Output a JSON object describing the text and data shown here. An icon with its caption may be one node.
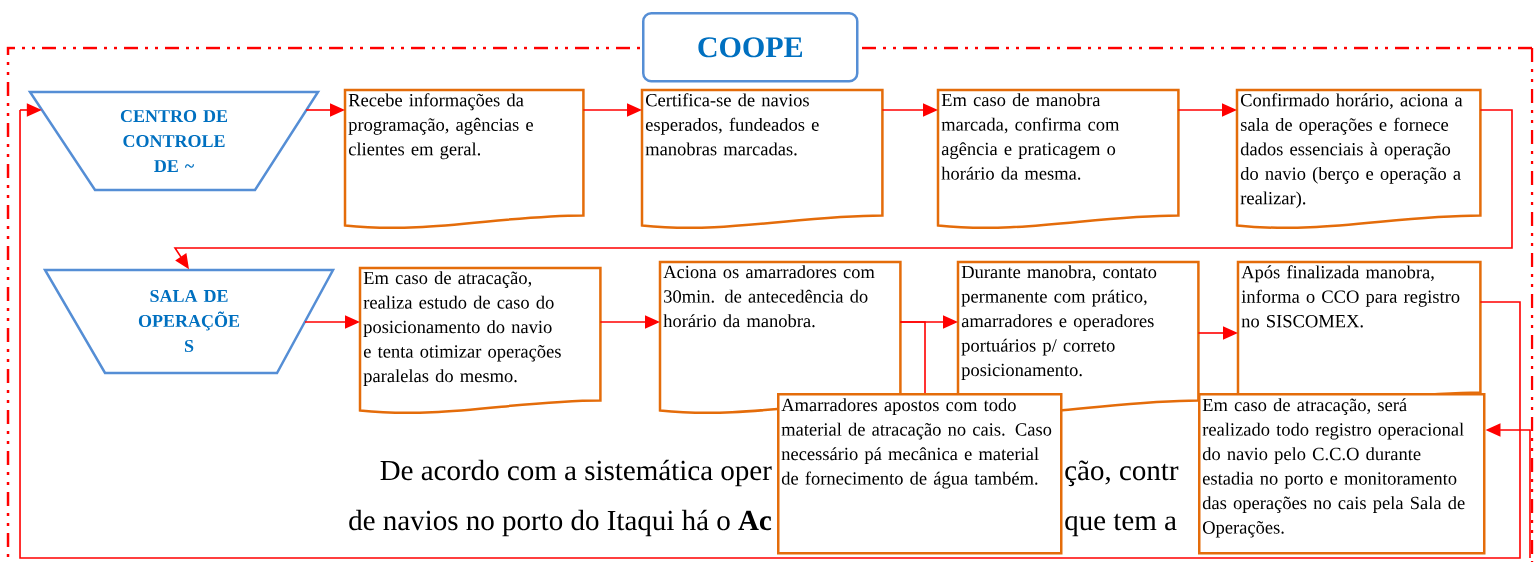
{
  "diagram": {
    "nodes": [
      {
        "text": [
          "COOPE"
        ]
      },
      {
        "text": [
          "CENTRO DE CONTROLE DE ~"
        ]
      },
      {
        "text": [
          "Recebe informações da programação, agências e clientes em geral."
        ]
      },
      {
        "text": [
          "Certifica-se de navios esperados, fundeados e manobras marcadas."
        ]
      },
      {
        "text": [
          "Em caso de manobra marcada, confirma com agência e praticagem o horário da mesma."
        ]
      },
      {
        "text": [
          "Confirmado horário, aciona a sala de operações e fornece dados essenciais à operação do navio (berço e operação a realizar)."
        ]
      },
      {
        "text": [
          "SALA DE OPERAÇÕE S"
        ]
      },
      {
        "text": [
          "Em caso de atracação, realiza estudo de caso do posicionamento do navio e tenta otimizar operações paralelas do mesmo."
        ]
      },
      {
        "text": [
          "Aciona os amarradores com 30min. de antecedência do horário da manobra."
        ]
      },
      {
        "text": [
          "Durante manobra, contato permanente com prático, amarradores e operadores portuários p/ correto posicionamento."
        ]
      },
      {
        "text": [
          "Após finalizada manobra, informa o CCO para registro no SISCOMEX."
        ]
      },
      {
        "text": [
          "Amarradores apostos com todo material de atracação no cais. Caso necessário pá mecânica e material de fornecimento de água também."
        ]
      },
      {
        "text": [
          "Em caso de atracação, será realizado todo registro operacional do navio pelo C.C.O durante estadia no porto e monitoramento das operações no cais pela Sala de Operações."
        ]
      }
    ],
    "edges": [
      {
        "from": 1,
        "to": 2,
        "arrow": "to"
      },
      {
        "from": 2,
        "to": 3,
        "arrow": "to"
      },
      {
        "from": 3,
        "to": 4,
        "arrow": "to"
      },
      {
        "from": 4,
        "to": 5,
        "arrow": "to"
      },
      {
        "from": 5,
        "to": 6,
        "arrow": "to"
      },
      {
        "from": 6,
        "to": 7,
        "arrow": "to"
      },
      {
        "from": 7,
        "to": 8,
        "arrow": "to"
      },
      {
        "from": 8,
        "to": 9,
        "arrow": "to"
      },
      {
        "from": 9,
        "to": 10,
        "arrow": "to"
      },
      {
        "from": 8,
        "to": 11,
        "arrow": "none"
      },
      {
        "from": 10,
        "to": 1,
        "arrow": "to"
      },
      {
        "from": null,
        "to": 12,
        "arrow": "to"
      }
    ],
    "labels": [
      "De acordo com a sistemática oper",
      "ção, contr",
      "de navios no porto do Itaqui há o **Ac**",
      "que tem a"
    ]
  }
}
